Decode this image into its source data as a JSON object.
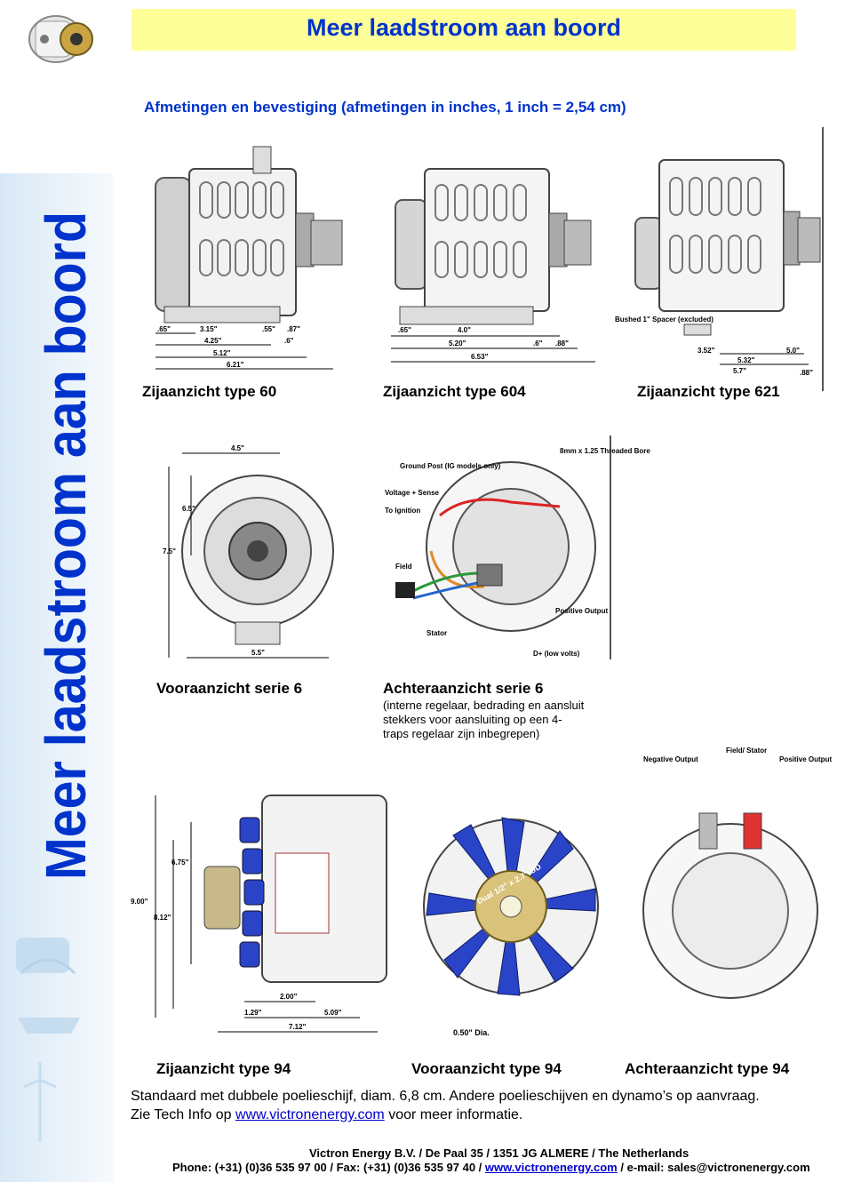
{
  "header": {
    "title": "Meer laadstroom aan boord"
  },
  "sidebar": {
    "title": "Meer laadstroom aan boord"
  },
  "subtitle": "Afmetingen en bevestiging (afmetingen in inches, 1 inch = 2,54 cm)",
  "row1": {
    "captions": [
      "Zijaanzicht type 60",
      "Zijaanzicht type 604",
      "Zijaanzicht type 621"
    ],
    "labels": {
      "dim_465": ".65\"",
      "dim_315": "3.15\"",
      "dim_55": ".55\"",
      "dim_87": ".87\"",
      "dim_425": "4.25\"",
      "dim_6": ".6\"",
      "dim_512": "5.12\"",
      "dim_621": "6.21\"",
      "dim_40": "4.0\"",
      "dim_520": "5.20\"",
      "dim_6b": ".6\"",
      "dim_88": ".88\"",
      "dim_653": "6.53\"",
      "dim_65b": ".65\"",
      "dim_352": "3.52\"",
      "dim_532": "5.32\"",
      "dim_57": "5.7\"",
      "dim_50": "5.0\"",
      "dim_88b": ".88\"",
      "bushed": "Bushed 1\" Spacer (excluded)"
    }
  },
  "row2": {
    "caption_left": "Vooraanzicht serie 6",
    "caption_right": "Achteraanzicht serie 6",
    "note": "(interne regelaar, bedrading en aansluit stekkers voor aansluiting op een 4-traps regelaar zijn inbegrepen)",
    "labels": {
      "dim_45": "4.5\"",
      "dim_65": "6.5\"",
      "dim_75": "7.5\"",
      "dim_55": "5.5\"",
      "ground": "Ground Post (IG models only)",
      "voltage": "Voltage + Sense",
      "ignition": "To Ignition",
      "field": "Field",
      "stator": "Stator",
      "positive": "Positive Output",
      "dplus": "D+ (low volts)",
      "thread": "8mm x 1.25 Threaded Bore"
    }
  },
  "row3": {
    "captions": [
      "Zijaanzicht type 94",
      "Vooraanzicht type 94",
      "Achteraanzicht type 94"
    ],
    "labels": {
      "dim_675": "6.75\"",
      "dim_900": "9.00\"",
      "dim_812": "8.12\"",
      "dim_200": "2.00\"",
      "dim_509": "5.09\"",
      "dim_712": "7.12\"",
      "dim_129": "1.29\"",
      "dia": "0.50\" Dia.",
      "pulley": "Dual 1/2\" x 2.7\" OD",
      "neg": "Negative Output",
      "field_stator": "Field/ Stator",
      "pos": "Positive Output"
    }
  },
  "bottom": {
    "line1": "Standaard met dubbele poelieschijf, diam. 6,8 cm. Andere poelieschijven en dynamo’s op aanvraag.",
    "line2_pre": "Zie Tech Info op ",
    "line2_link": "www.victronenergy.com",
    "line2_post": " voor meer informatie."
  },
  "footer": {
    "line1": "Victron Energy B.V. / De Paal 35 / 1351 JG ALMERE / The Netherlands",
    "line2_pre": "Phone: (+31) (0)36 535 97 00 / Fax: (+31) (0)36 535 97 40 / ",
    "line2_link": "www.victronenergy.com",
    "line2_post": " / e-mail: sales@victronenergy.com"
  },
  "colors": {
    "brand_blue": "#0033cc",
    "header_bg": "#ffff99",
    "sidebar_bg": "#dcecf8"
  }
}
